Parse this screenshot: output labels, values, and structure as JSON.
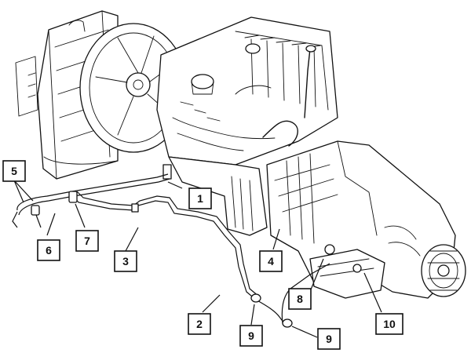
{
  "callouts": [
    {
      "label": "5"
    },
    {
      "label": "1"
    },
    {
      "label": "6"
    },
    {
      "label": "7"
    },
    {
      "label": "3"
    },
    {
      "label": "4"
    },
    {
      "label": "8"
    },
    {
      "label": "2"
    },
    {
      "label": "10"
    },
    {
      "label": "9"
    },
    {
      "label": "9"
    }
  ]
}
